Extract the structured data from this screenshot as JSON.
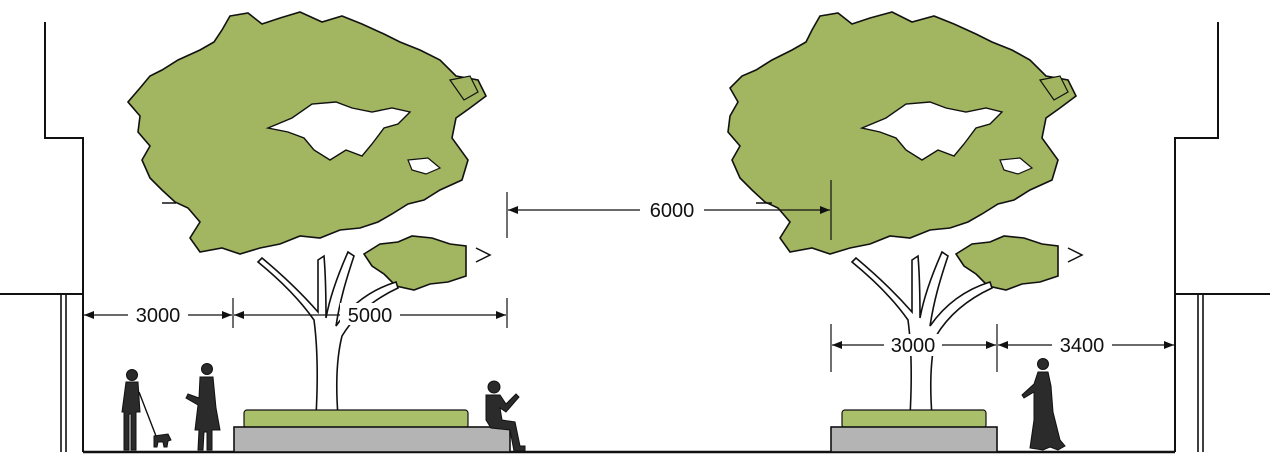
{
  "dimensions": {
    "left_walk": "3000",
    "left_planting": "5000",
    "tree_gap": "6000",
    "right_planting": "3000",
    "right_walk": "3400"
  },
  "colors": {
    "canopy": "#a2b560",
    "hedge": "#a9bf6a",
    "planter": "#b4b4b4",
    "line": "#111111",
    "figure": "#2b2b2b"
  },
  "icons": [
    "tree-icon",
    "person-walking-dog-icon",
    "person-standing-icon",
    "person-sitting-icon",
    "person-walking-icon",
    "arrow-icon"
  ]
}
